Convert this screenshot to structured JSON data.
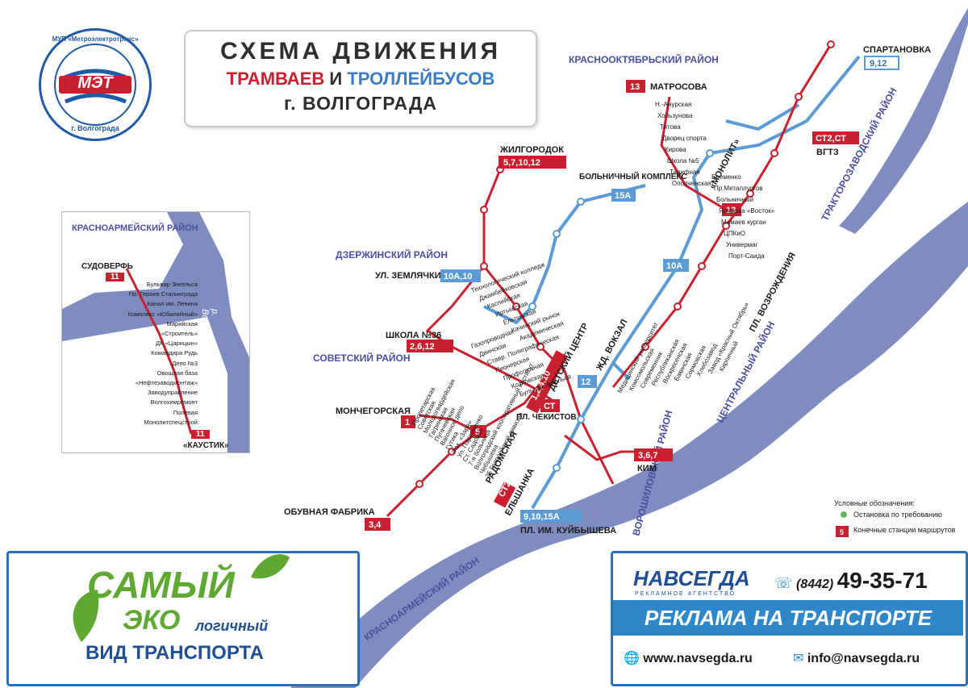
{
  "title": {
    "line1": "СХЕМА ДВИЖЕНИЯ",
    "trams": "ТРАМВАЕВ",
    "and": "И",
    "trolleys": "ТРОЛЛЕЙБУСОВ",
    "line3": "г. ВОЛГОГРАДА"
  },
  "logo": {
    "ring_text_top": "МУП «Метроэлектротранс»",
    "ring_text_bottom": "г. Волгограда",
    "letters": "МЭТ"
  },
  "colors": {
    "tram": "#c8202f",
    "trolley": "#5b9bd5",
    "river": "#7f8cc0",
    "district": "#4a4fa0"
  },
  "districts": {
    "krasnooktyabrsky": "КРАСНООКТЯБРЬСКИЙ РАЙОН",
    "dzerzhinsky": "ДЗЕРЖИНСКИЙ РАЙОН",
    "sovetsky": "СОВЕТСКИЙ РАЙОН",
    "traktorozavodsky": "ТРАКТОРОЗАВОДСКИЙ РАЙОН",
    "tsentralny": "ЦЕНТРАЛЬНЫЙ РАЙОН",
    "voroshilovsky": "ВОРОШИЛОВСКИЙ РАЙОН",
    "krasnoarmeysky": "КРАСНОАРМЕЙСКИЙ РАЙОН"
  },
  "river_label": "р. Волга",
  "terminals": {
    "spartanovka": {
      "name": "СПАРТАНОВКА",
      "routes": "9,12"
    },
    "matrosova": {
      "name": "МАТРОСОВА",
      "routes": "13"
    },
    "zhilgorodok": {
      "name": "ЖИЛГОРОДОК",
      "routes": "5,7,10,12"
    },
    "bolnichny": {
      "name": "БОЛЬНИЧНЫЙ КОМПЛЕКС",
      "routes": "15А"
    },
    "vgtz": {
      "name": "ВГТЗ",
      "routes": "СТ2,СТ"
    },
    "monolit": {
      "name": "«МОНОЛИТ»",
      "routes": "13"
    },
    "zemlyachki": {
      "name": "УЛ. ЗЕМЛЯЧКИ",
      "routes": "10А,10"
    },
    "shkola36": {
      "name": "ШКОЛА №36",
      "routes": "2,6,12"
    },
    "monchegorskaya": {
      "name": "МОНЧЕГОРСКАЯ",
      "routes": "1"
    },
    "detsky": {
      "name": "ДЕТСКИЙ ЦЕНТР",
      "routes": "1,2,4,10"
    },
    "chekistov": {
      "name": "ПЛ. ЧЕКИСТОВ",
      "routes": "СТ"
    },
    "radomskaya": {
      "name": "РАДОМСКАЯ",
      "routes": "5"
    },
    "kim": {
      "name": "КИМ",
      "routes": "3,6,7"
    },
    "elshanka": {
      "name": "ЕЛЬШАНКА",
      "routes": "СТ2"
    },
    "obuvnaya": {
      "name": "ОБУВНАЯ ФАБРИКА",
      "routes": "3,4"
    },
    "kuibysheva": {
      "name": "ПЛ. ИМ. КУЙБЫШЕВА",
      "routes": "9,10,15А"
    },
    "vozrozhdeniya": {
      "name": "ПЛ. ВОЗРОЖДЕНИЯ",
      "routes": "10А"
    },
    "vokzal": {
      "name": "ЖД. ВОКЗАЛ",
      "routes": "12"
    }
  },
  "stops": {
    "north": [
      "Н.-Анурская",
      "Хользунова",
      "Титова",
      "Дворец спорта",
      "Кирова",
      "Школа №5",
      "Тарифная",
      "Ополченская",
      "Еременко",
      "Пр.Металлургов",
      "Больничный",
      "Ярмарка «Восток»",
      "Мамаев курган",
      "ЦПКиО",
      "Универмаг",
      "Порт-Саида"
    ],
    "west": [
      "Технологический колледж",
      "Джамбейковская",
      "Каспийская",
      "Иртышская",
      "Ельтонская",
      "Качинский рынок",
      "Академическая",
      "Газопроводная",
      "Двинская",
      "Ставр. Полиграфическая",
      "Пионерская",
      "Профсоюзная",
      "Козловская",
      "Бульвар Энгельса"
    ],
    "south": [
      "Пролетарская",
      "Советская",
      "Молодогвардейская",
      "Гагринская",
      "Пугачевская",
      "Вагонное депо",
      "Гутика",
      "Фак. «Заря»",
      "Ул. Пархоменко",
      "Ст. Садовая",
      "7-я больница",
      "Волгоградский кооперативный институт",
      "Чебышева",
      "35 Гвардейской дивизии"
    ],
    "east": [
      "Медицинский университет",
      "Комсомольская",
      "Современник",
      "Республиканская",
      "Воскресенская",
      "Бакинская",
      "Сормовская",
      "Хлебозавод",
      "Завод «Красный Октябрь»",
      "Кирпичный"
    ]
  },
  "inset": {
    "district": "КРАСНОАРМЕЙСКИЙ РАЙОН",
    "start": {
      "name": "СУДОВЕРФЬ",
      "route": "11"
    },
    "end": {
      "name": "«КАУСТИК»",
      "route": "11"
    },
    "river": "р. Волга",
    "stops": [
      "Бульвар Энгельса",
      "Пр. Героев Сталинграда",
      "Канал им. Ленина",
      "Комплекс «Юбилейный»",
      "Марийская",
      "«Строитель»",
      "ДК «Царицын»",
      "Командира Рудь",
      "Депо №3",
      "Овощная база",
      "«Нефтезаводмонтаж»",
      "Заводуправление",
      "Волгохимремонт",
      "Полевая",
      "Монолитспецстрой"
    ]
  },
  "legend": {
    "title": "Условные обозначения:",
    "stop_on_request": "Остановка по требованию",
    "terminal_sample": "5",
    "terminal_stations": "Конечные станции маршрутов"
  },
  "eco_ad": {
    "line1": "САМЫЙ",
    "line2": "ЭКО",
    "line2b": "логичный",
    "line3": "ВИД ТРАНСПОРТА"
  },
  "company_ad": {
    "brand": "НАВСЕГДА",
    "sub": "РЕКЛАМНОЕ АГЕНТСТВО",
    "phone_code": "(8442)",
    "phone": "49-35-71",
    "banner": "РЕКЛАМА НА ТРАНСПОРТЕ",
    "web": "www.navsegda.ru",
    "email": "info@navsegda.ru"
  }
}
